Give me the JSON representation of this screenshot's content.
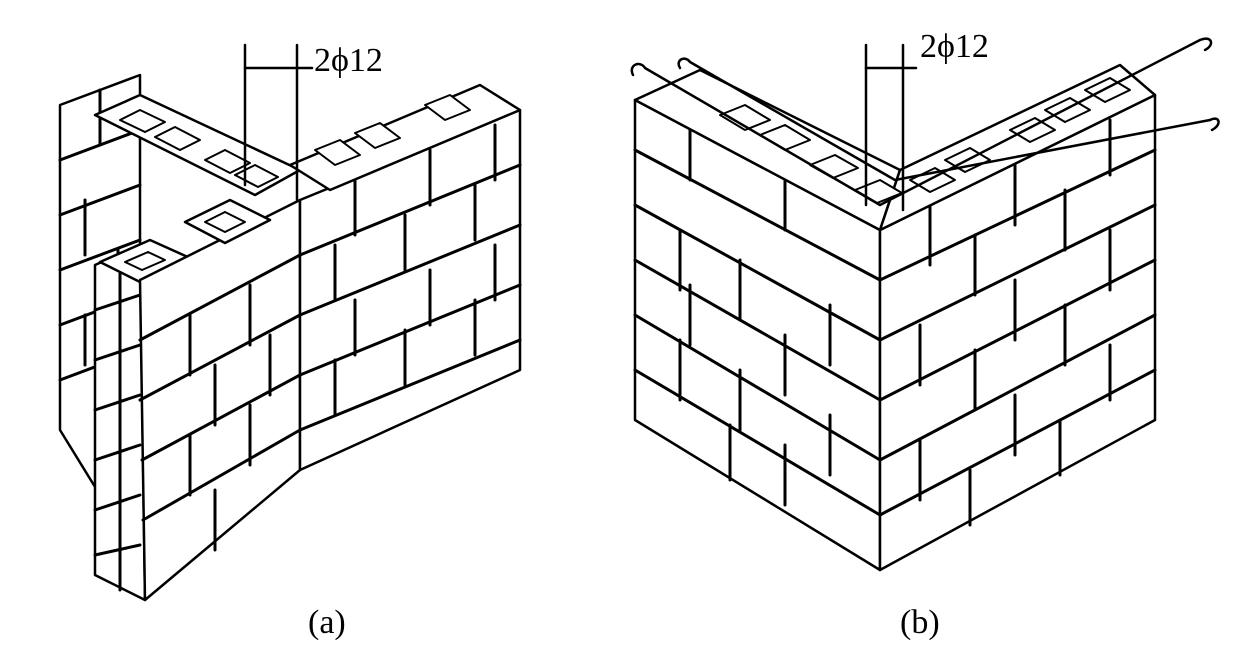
{
  "figure_a": {
    "rebar_label": "2ϕ12",
    "caption": "(a)"
  },
  "figure_b": {
    "rebar_label": "2ϕ12",
    "caption": "(b)"
  },
  "colors": {
    "line": "#000000",
    "background": "#ffffff"
  }
}
